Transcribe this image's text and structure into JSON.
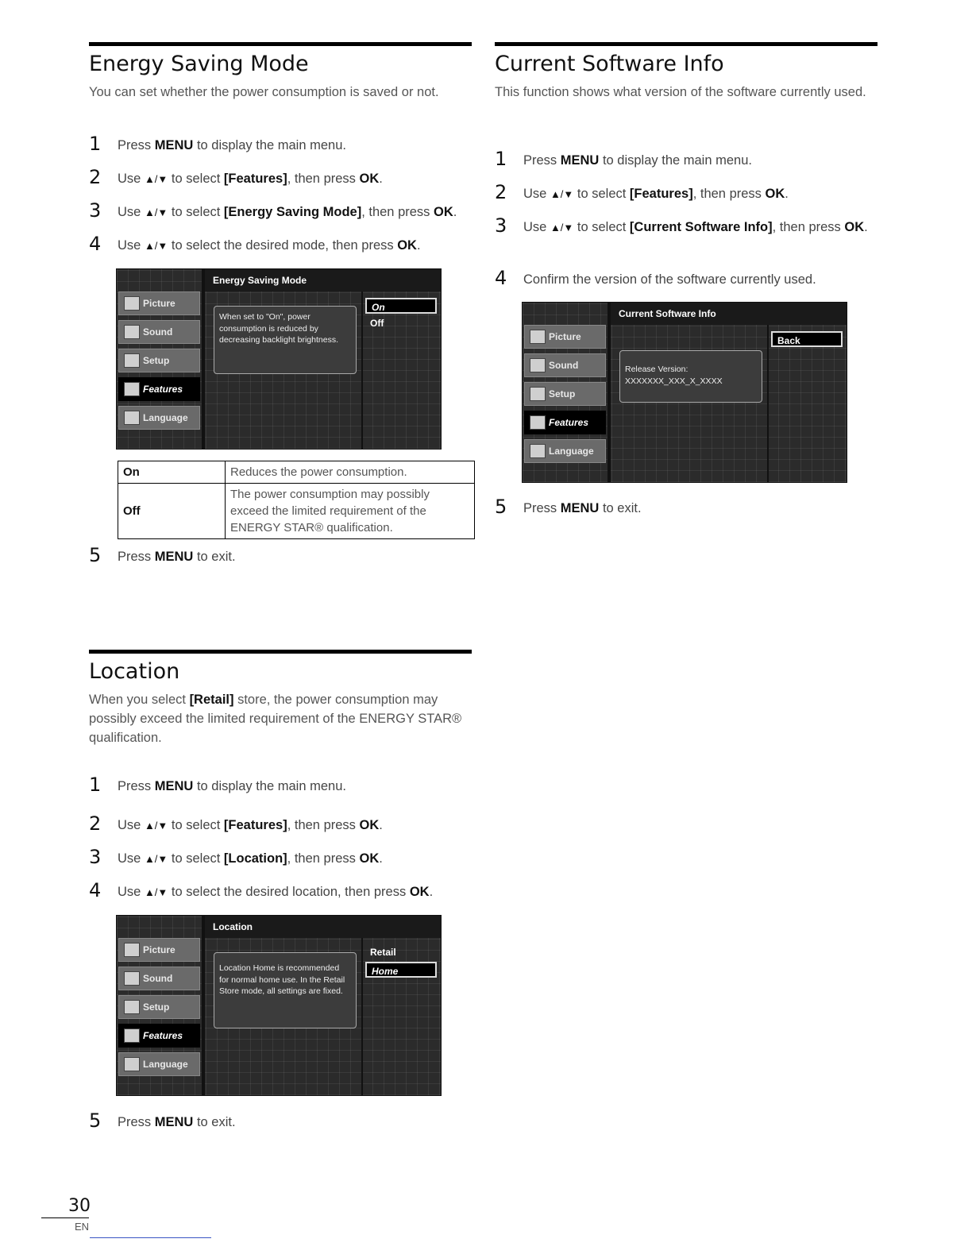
{
  "energy": {
    "title": "Energy Saving Mode",
    "intro": "You can set whether the power consumption is saved or not.",
    "steps": [
      {
        "num": "1",
        "a": "Press ",
        "b": "MENU",
        "c": " to display the main menu."
      },
      {
        "num": "2",
        "a": "Use ",
        "arrows": "▲/▼",
        "c": " to select ",
        "b": "[Features]",
        "d": ", then press ",
        "e": "OK",
        "f": "."
      },
      {
        "num": "3",
        "a": "Use ",
        "arrows": "▲/▼",
        "c": " to select ",
        "b": "[Energy Saving Mode]",
        "d": ", then press ",
        "e": "OK",
        "f": "."
      },
      {
        "num": "4",
        "a": "Use ",
        "arrows": "▲/▼",
        "c": " to select the desired mode, then press ",
        "e": "OK",
        "f": "."
      },
      {
        "num": "5",
        "a": "Press ",
        "b": "MENU",
        "c": " to exit."
      }
    ],
    "screen": {
      "header": "Energy Saving Mode",
      "info": "When set to \"On\", power consumption is reduced by decreasing backlight brightness.",
      "options": [
        "On",
        "Off"
      ],
      "selected": "On"
    },
    "table": [
      {
        "key": "On",
        "value": "Reduces the power consumption."
      },
      {
        "key": "Off",
        "value": "The power consumption may possibly exceed the limited requirement of the ENERGY STAR® qualification."
      }
    ]
  },
  "menu_items": [
    "Picture",
    "Sound",
    "Setup",
    "Features",
    "Language"
  ],
  "location": {
    "title": "Location",
    "intro_a": "When you select ",
    "intro_b": "[Retail]",
    "intro_c": " store, the power consumption may possibly exceed the limited requirement of the ENERGY STAR® qualification.",
    "steps": [
      {
        "num": "1",
        "a": "Press ",
        "b": "MENU",
        "c": " to display the main menu."
      },
      {
        "num": "2",
        "a": "Use ",
        "arrows": "▲/▼",
        "c": " to select ",
        "b": "[Features]",
        "d": ", then press ",
        "e": "OK",
        "f": "."
      },
      {
        "num": "3",
        "a": "Use ",
        "arrows": "▲/▼",
        "c": " to select ",
        "b": "[Location]",
        "d": ", then press ",
        "e": "OK",
        "f": "."
      },
      {
        "num": "4",
        "a": "Use ",
        "arrows": "▲/▼",
        "c": " to select the desired location, then press ",
        "e": "OK",
        "f": "."
      },
      {
        "num": "5",
        "a": "Press ",
        "b": "MENU",
        "c": " to exit."
      }
    ],
    "screen": {
      "header": "Location",
      "info": "Location Home is recommended for normal home use. In the Retail Store mode, all settings are fixed.",
      "options": [
        "Retail",
        "Home"
      ],
      "selected": "Home"
    }
  },
  "software": {
    "title": "Current Software Info",
    "intro": "This function shows what version of the software currently used.",
    "steps": [
      {
        "num": "1",
        "a": "Press ",
        "b": "MENU",
        "c": " to display the main menu."
      },
      {
        "num": "2",
        "a": "Use ",
        "arrows": "▲/▼",
        "c": " to select ",
        "b": "[Features]",
        "d": ", then press ",
        "e": "OK",
        "f": "."
      },
      {
        "num": "3",
        "a": "Use ",
        "arrows": "▲/▼",
        "c": " to select ",
        "b": "[Current Software Info]",
        "d": ", then press ",
        "e": "OK",
        "f": "."
      },
      {
        "num": "4",
        "a": "Confirm the version of the software currently used."
      },
      {
        "num": "5",
        "a": "Press ",
        "b": "MENU",
        "c": " to exit."
      }
    ],
    "screen": {
      "header": "Current Software Info",
      "info_label": "Release Version:",
      "info_value": "XXXXXXX_XXX_X_XXXX",
      "button": "Back"
    }
  },
  "footer": {
    "page": "30",
    "lang": "EN"
  }
}
